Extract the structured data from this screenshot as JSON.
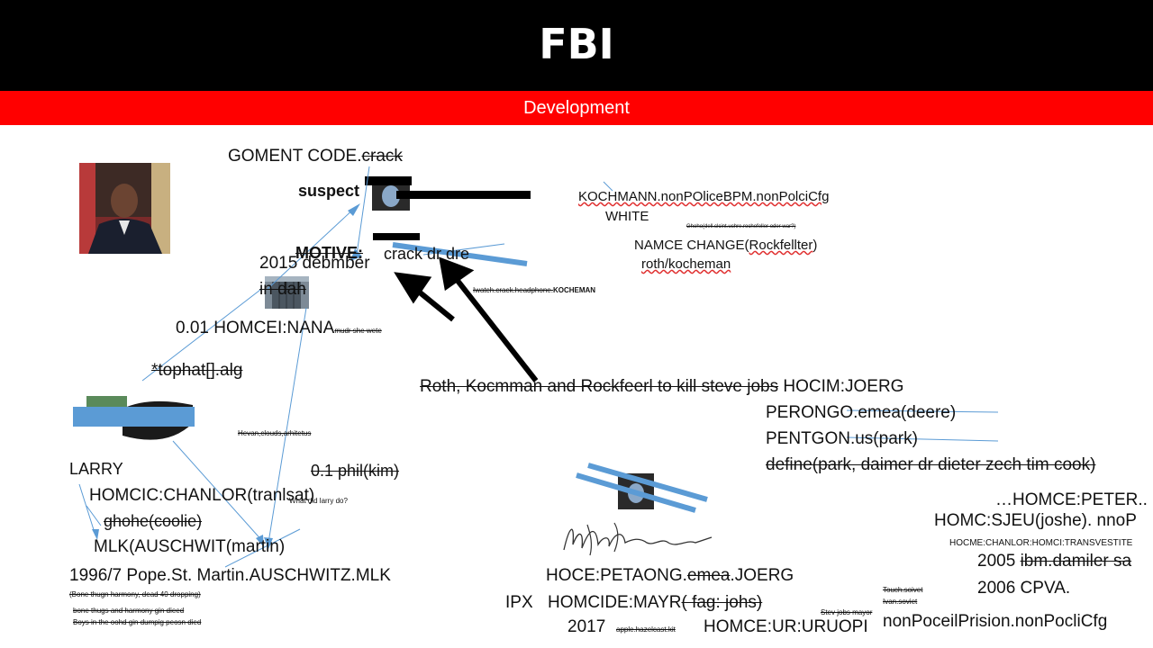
{
  "header": {
    "title": "FBI"
  },
  "subheader": {
    "title": "Development"
  },
  "notes": {
    "goment_code": "GOMENT CODE.",
    "goment_crack": "crack",
    "suspect": "suspect",
    "motive": "MOTIVE:",
    "motive_value": "crack dr dre",
    "date_2015": "2015 debmber",
    "in_dash": "in dah",
    "homcei_nana": "0.01 HOMCEI:NANA",
    "mudr_shewete": "mudr she wete",
    "tophat": "*tophat[].alg",
    "iwatch": "Iwatch.crack.headphone.",
    "kocheman": "KOCHEMAN",
    "kochmann": "KOCHMANN.nonPOliceBPM.nonPolciCfg",
    "white": "WHITE",
    "small_question": "Ghoho(dell.clcint.uchre.rochefeller oder war?)",
    "namce_change": "NAMCE CHANGE(",
    "rockfellter": "Rockfellter",
    "namce_close": ")",
    "roth_kocheman": "roth/kocheman",
    "roth_kill": "Roth, Kocmman and Rockfeerl to kill steve jobs",
    "hocim_joerg": " HOCIM:JOERG",
    "perongo": "PERONGO.emea(deere)",
    "pentgon": "PENTGON.us(park)",
    "define_park": "define(park, daimer dr dieter zech tim cook)",
    "hevan": "Hevan,clouds,arhitetus",
    "larry": "LARRY",
    "phil": "0.1 phil(kim)",
    "homcic_chanlor": "HOMCIC:CHANLOR(tranlsat)",
    "what_larry": "What did larry do?",
    "ghohe": "ghohe(coolie)",
    "mlk": "MLK(AUSCHWIT(martin)",
    "pope": "1996/7 Pope.St. Martin.AUSCHWITZ.MLK",
    "bone_thugn": "(Bone thugn harmony, dead 40 dropping)",
    "bone_thugs": "bone thugs and harmony gin dieed",
    "boys_hood": "Boys in the oohd gin dumpig peosn died",
    "hoce_petaong": "HOCE:PETAONG.",
    "emea": "emea",
    "joerg": ".JOERG",
    "ipx": "IPX",
    "homcide_mayr": "HOMCIDE:MAYR",
    "fag_johs": "( fag: johs)",
    "y2017": "2017",
    "apple_hazel": "apple.hazelcast.kit",
    "homce_ur": "HOMCE:UR:URUOPI",
    "stev_jobs": "Stev jobs mayor",
    "touch_soivet": "Touch.soivet",
    "ivan_soviet": "Ivan.soviet",
    "nonpoceil": "nonPoceilPrision.nonPocliCfg",
    "homce_peter": "…HOMCE:PETER..",
    "homc_sjeu": "HOMC:SJEU(joshe). nnoP",
    "hocme_chanlor": "HOCME:CHANLOR:HOMCI:TRANSVESTITE",
    "y2005": "2005",
    "ibm_damiler": "ibm.damiler sa",
    "y2006": "2006 CPVA."
  }
}
